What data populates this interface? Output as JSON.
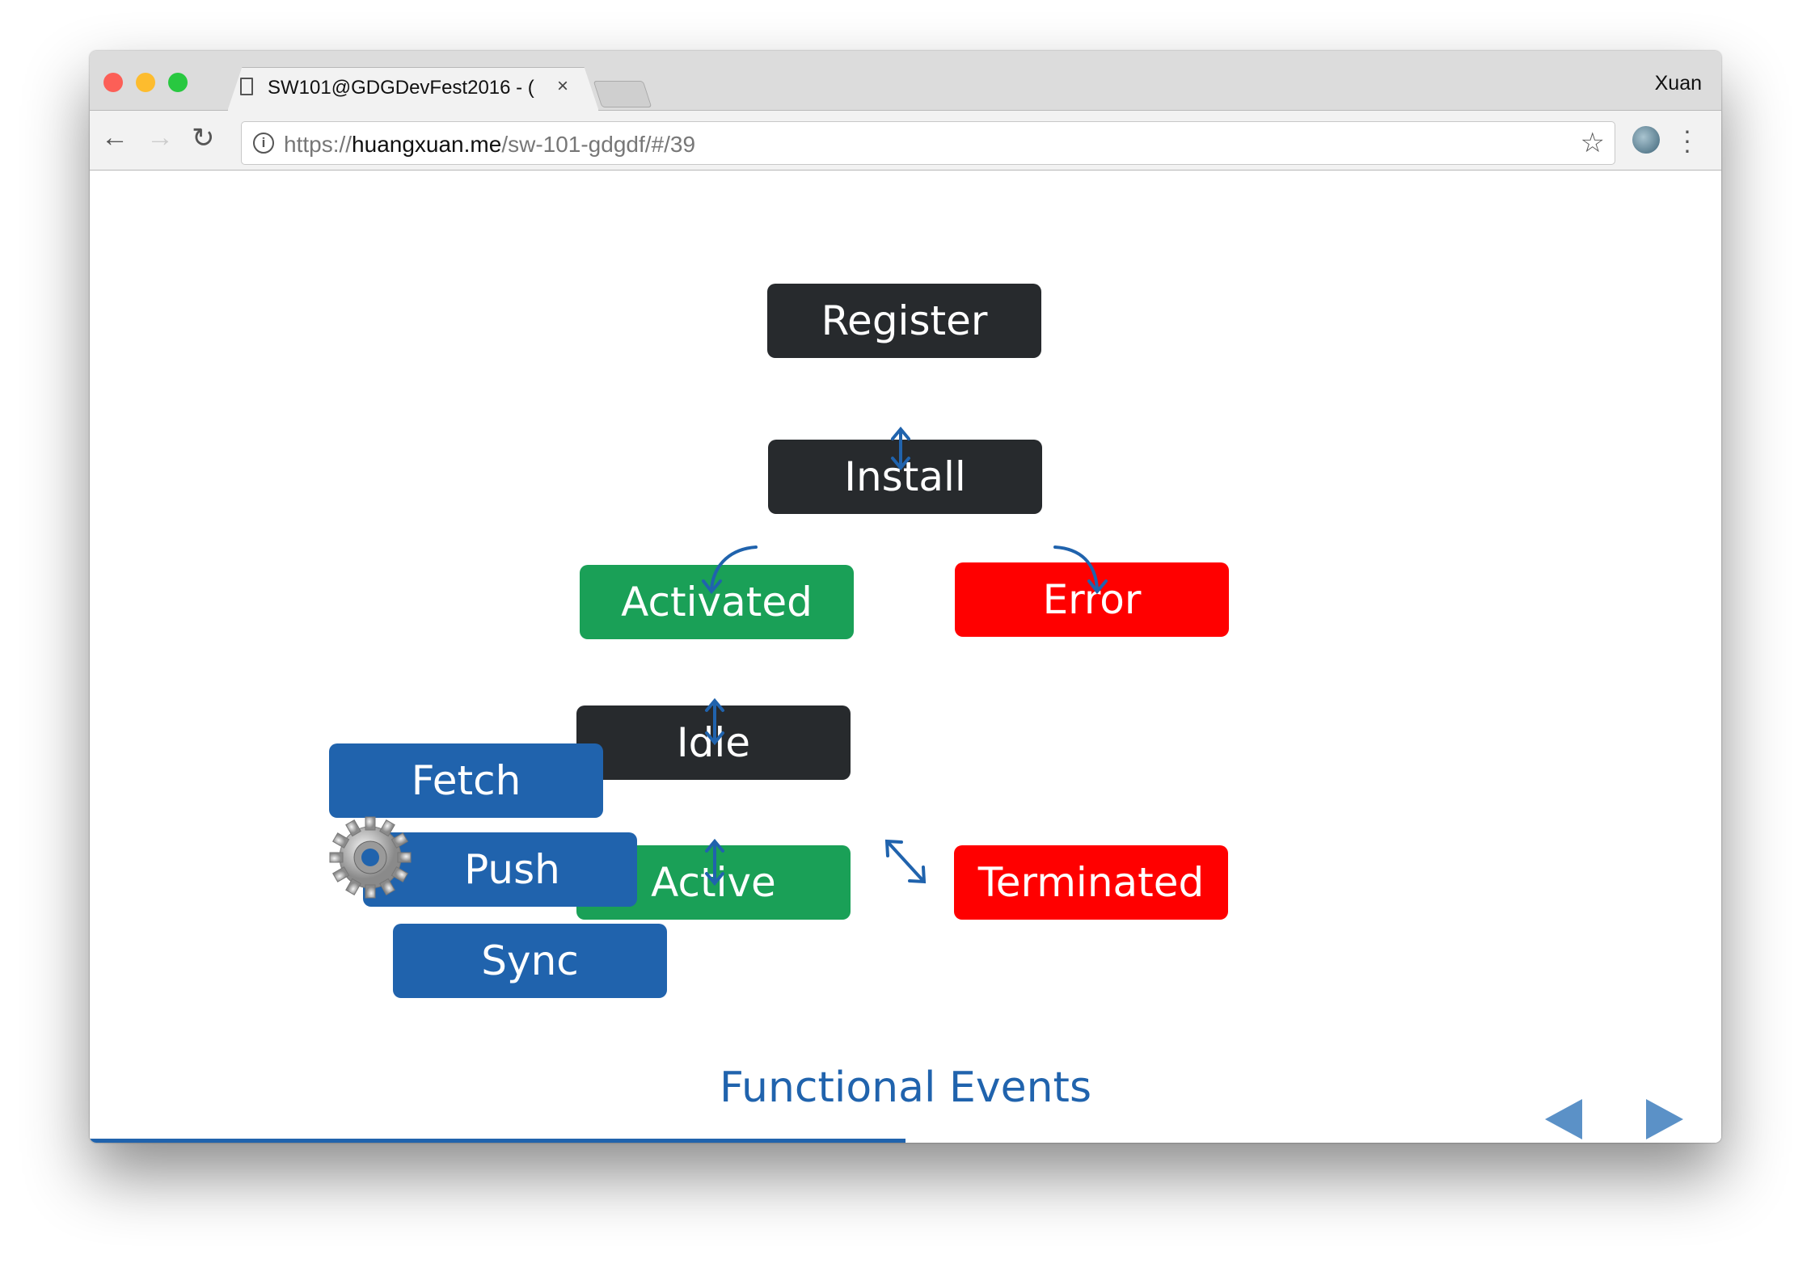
{
  "browser": {
    "tab_title": "SW101@GDGDevFest2016 - (",
    "user_name": "Xuan",
    "url_scheme": "https://",
    "url_host": "huangxuan.me",
    "url_path": "/sw-101-gdgdf/#/39",
    "icons": [
      "back-arrow-icon",
      "forward-arrow-icon",
      "reload-icon",
      "info-icon",
      "star-icon",
      "extension-icon",
      "more-menu-icon",
      "page-icon",
      "close-icon"
    ]
  },
  "slide": {
    "boxes": {
      "register": "Register",
      "install": "Install",
      "activated": "Activated",
      "error": "Error",
      "idle": "Idle",
      "fetch": "Fetch",
      "push": "Push",
      "active": "Active",
      "terminated": "Terminated",
      "sync": "Sync"
    },
    "caption": "Functional Events",
    "progress_percent": 50,
    "colors": {
      "dark": "#272a2d",
      "green": "#1aa057",
      "red": "#ff0000",
      "blue": "#2063ad"
    }
  }
}
